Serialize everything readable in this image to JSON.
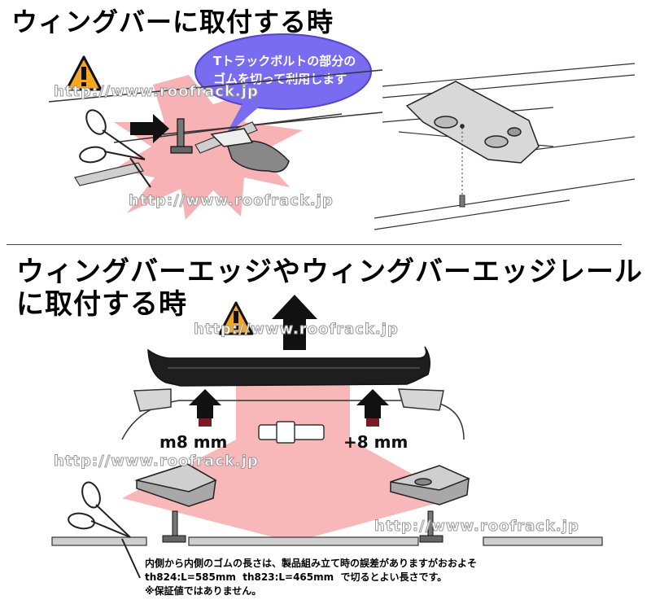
{
  "section1": {
    "title": "ウィングバーに取付する時",
    "callout": [
      "Tトラックボルトの部分の",
      "ゴムを切って利用します"
    ]
  },
  "section2": {
    "title_line1": "ウィングバーエッジやウィングバーエッジレール",
    "title_line2": "に取付する時",
    "dim_left": "m8 mm",
    "dim_right": "+8 mm"
  },
  "watermark": "http://www.roofrack.jp",
  "note": {
    "line1": "内側から内側のゴムの長さは、製品組み立て時の誤差がありますがおおよそ",
    "line2": "th824:L=585mm  th823:L=465mm  で切るとよい長さです。",
    "line3": "※保証値ではありません。"
  },
  "icons": [
    "warning-icon",
    "arrow-up-icon",
    "arrow-right-icon",
    "scissors-icon"
  ],
  "colors": {
    "warning_fill": "#f5a623",
    "callout_fill": "#7a6cf0",
    "highlight_red": "#f6a5a8",
    "dark_bar": "#1e1e1e"
  }
}
